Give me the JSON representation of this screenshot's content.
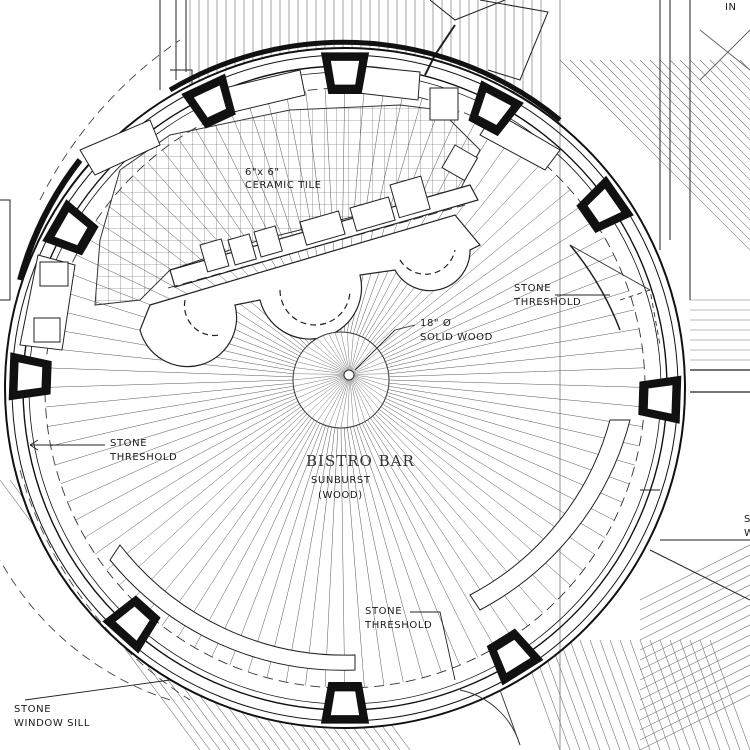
{
  "plan": {
    "room_name": "BISTRO BAR",
    "floor_note_1": "SUNBURST",
    "floor_note_2": "(WOOD)",
    "center_note_1": "18\" Ø",
    "center_note_2": "SOLID WOOD",
    "tile_note_1": "6\"x 6\"",
    "tile_note_2": "CERAMIC TILE",
    "threshold_right_1": "STONE",
    "threshold_right_2": "THRESHOLD",
    "threshold_left_1": "STONE",
    "threshold_left_2": "THRESHOLD",
    "threshold_bottom_1": "STONE",
    "threshold_bottom_2": "THRESHOLD",
    "window_sill_1": "STONE",
    "window_sill_2": "WINDOW SILL",
    "edge_text_top": "IN",
    "edge_text_right_1": "S",
    "edge_text_right_2": "W"
  }
}
